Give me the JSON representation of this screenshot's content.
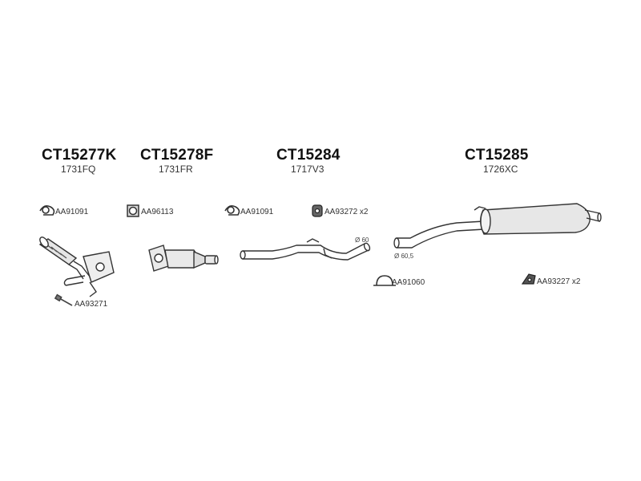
{
  "groups": [
    {
      "code": "CT15277K",
      "ref": "1731FQ"
    },
    {
      "code": "CT15278F",
      "ref": "1731FR"
    },
    {
      "code": "CT15284",
      "ref": "1717V3"
    },
    {
      "code": "CT15285",
      "ref": "1726XC"
    }
  ],
  "accessories": {
    "clamp_1": "AA91091",
    "gasket_1": "AA96113",
    "clamp_2": "AA91091",
    "rubber_1": "AA93272 x2",
    "bolt_1": "AA93271",
    "clamp_3": "AA91060",
    "rubber_2": "AA93227 x2"
  },
  "dimensions": {
    "pipe_diameter": "Ø 60",
    "tail_diameter": "Ø 60,5"
  }
}
